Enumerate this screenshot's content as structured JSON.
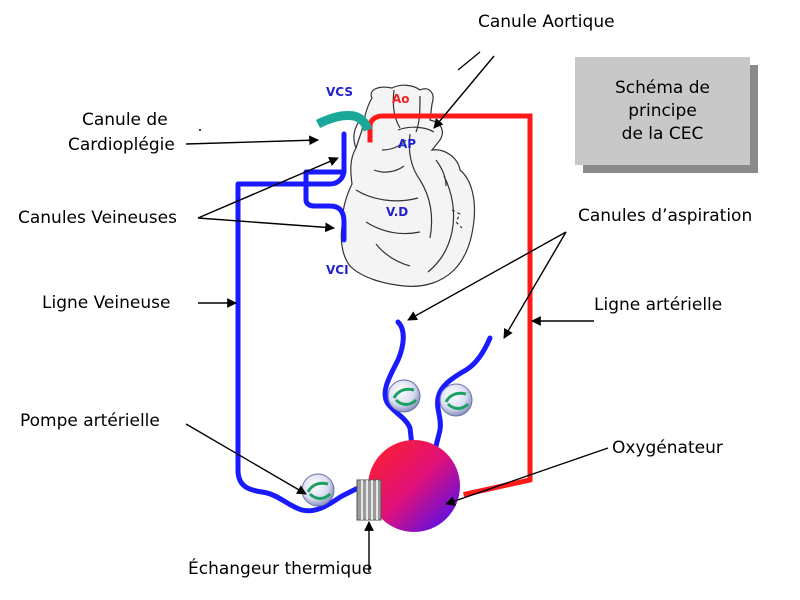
{
  "title_box": {
    "lines": [
      "Schéma de",
      "principe",
      "de la CEC"
    ]
  },
  "labels": {
    "canule_aortique": "Canule Aortique",
    "canule_cardioplegie_line1": "Canule de",
    "canule_cardioplegie_line2": "Cardioplégie",
    "canules_veineuses": "Canules Veineuses",
    "canules_aspiration": "Canules d’aspiration",
    "ligne_veineuse": "Ligne Veineuse",
    "ligne_arterielle": "Ligne artérielle",
    "pompe_arterielle": "Pompe artérielle",
    "oxygenateur": "Oxygénateur",
    "echangeur_thermique": "Échangeur thermique"
  },
  "heart_labels": {
    "vcs": "VCS",
    "ao": "Ao",
    "ap": "AP",
    "vd": "V.D",
    "vci": "VCI"
  },
  "colors": {
    "venous": "#1a1aff",
    "arterial": "#ff1a1a",
    "cardioplegia": "#1aa898",
    "heart_label_blue": "#2222cc",
    "heart_label_red": "#ee2222",
    "title_bg": "#c8c8c8",
    "title_shadow": "#8a8a8a"
  }
}
